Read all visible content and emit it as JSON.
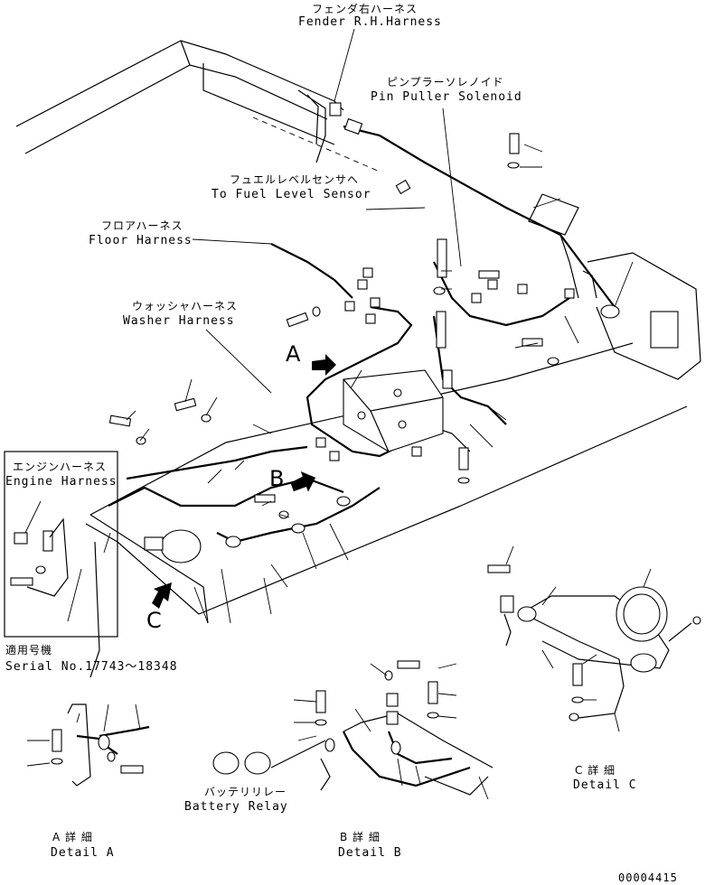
{
  "labels": {
    "fender_rh": {
      "jp": "フェンダ右ハーネス",
      "en": "Fender R.H.Harness"
    },
    "pin_puller": {
      "jp": "ピンプラーソレノイド",
      "en": "Pin Puller Solenoid"
    },
    "fuel_level": {
      "jp": "フュエルレベルセンサへ",
      "en": "To Fuel Level Sensor"
    },
    "floor": {
      "jp": "フロアハーネス",
      "en": "Floor Harness"
    },
    "washer": {
      "jp": "ウォッシャハーネス",
      "en": "Washer Harness"
    },
    "engine": {
      "jp": "エンジンハーネス",
      "en": "Engine Harness"
    },
    "serial": {
      "jp": "適用号機",
      "en": "Serial No.17743～18348"
    },
    "battery_relay": {
      "jp": "バッテリリレー",
      "en": "Battery Relay"
    },
    "detail_a": {
      "jp": "A 詳 細",
      "en": "Detail A"
    },
    "detail_b": {
      "jp": "B 詳 細",
      "en": "Detail B"
    },
    "detail_c": {
      "jp": "C 詳 細",
      "en": "Detail C"
    }
  },
  "callouts": {
    "a": "A",
    "b": "B",
    "c": "C"
  },
  "drawing_number": "00004415"
}
